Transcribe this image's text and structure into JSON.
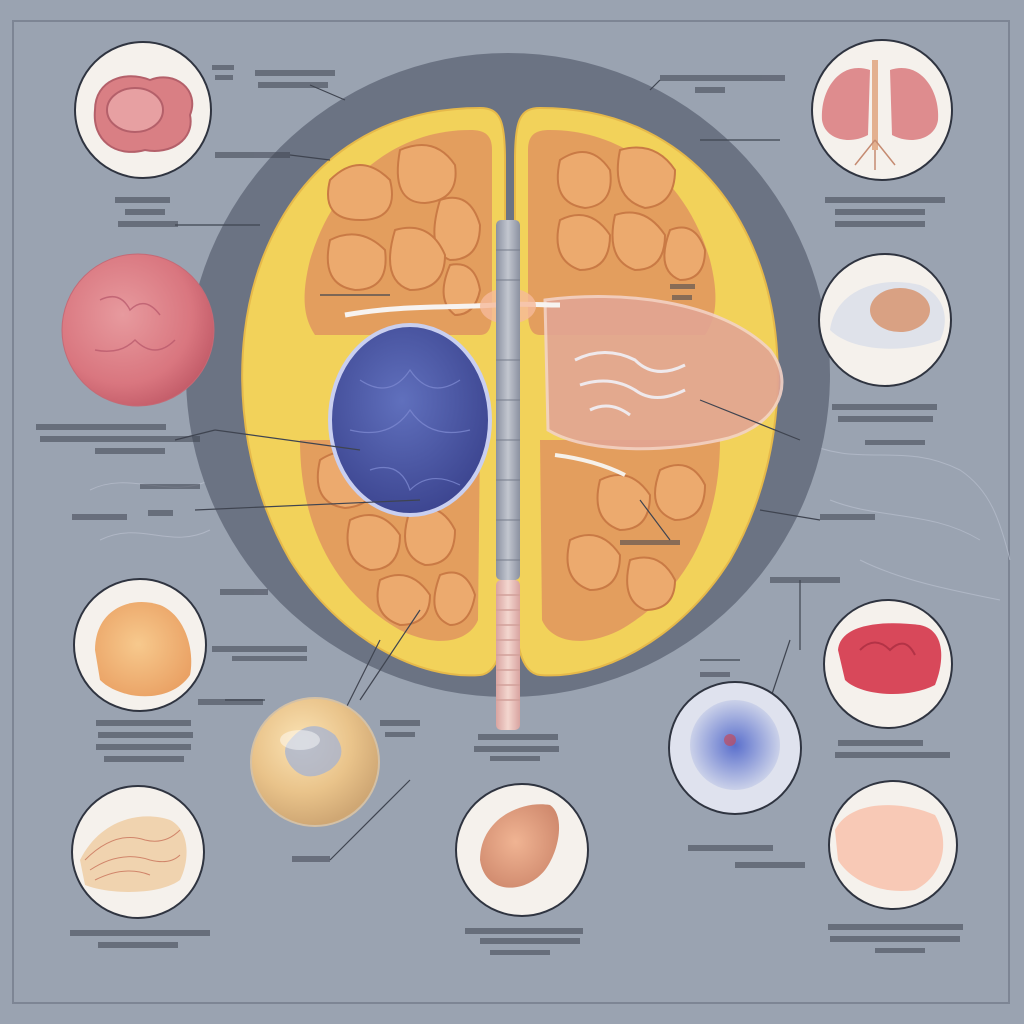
{
  "diagram": {
    "labels": [],
    "colors": {
      "background": "#9aa3b1",
      "disc": "#6b7383",
      "lobe_fat": "#f2d25a",
      "tissue": "#e0955f",
      "blue_organ": "#4d5aa8",
      "pink_organ": "#e2a594",
      "spine": "#9aa0ad"
    },
    "callouts": [
      {
        "id": "top-left",
        "icon": "organ-lump-icon"
      },
      {
        "id": "left-sphere",
        "icon": "tissue-sphere-icon"
      },
      {
        "id": "left-mid",
        "icon": "fat-blob-icon"
      },
      {
        "id": "center-bottom-left",
        "icon": "glass-sphere-icon"
      },
      {
        "id": "bottom-left",
        "icon": "fiber-tissue-icon"
      },
      {
        "id": "center-bottom",
        "icon": "teardrop-organ-icon"
      },
      {
        "id": "top-right",
        "icon": "lungs-icon"
      },
      {
        "id": "right-upper",
        "icon": "tissue-section-icon"
      },
      {
        "id": "right-mid",
        "icon": "red-tissue-icon"
      },
      {
        "id": "right-center",
        "icon": "cell-cluster-icon"
      },
      {
        "id": "bottom-right",
        "icon": "skin-tissue-icon"
      }
    ]
  }
}
